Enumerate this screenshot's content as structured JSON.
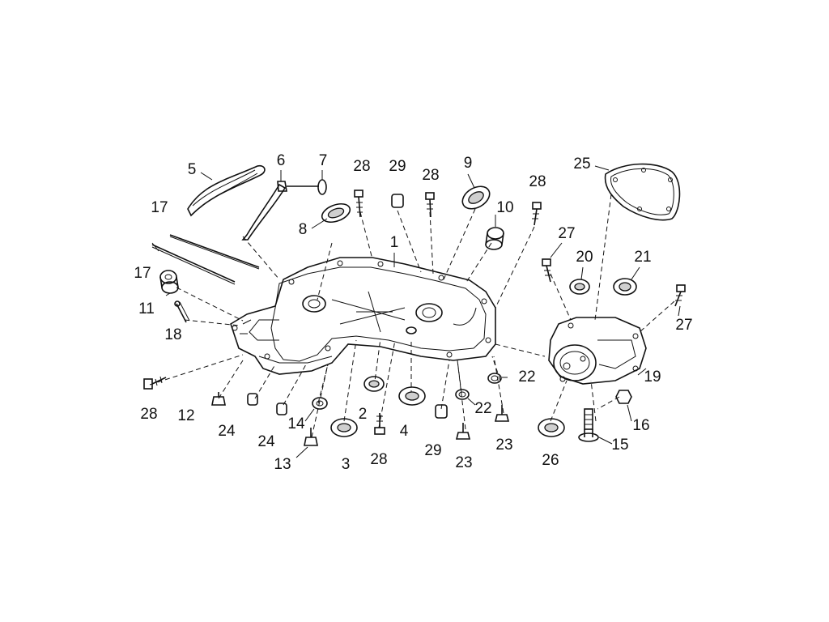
{
  "labels": [
    {
      "id": "l5",
      "text": "5"
    },
    {
      "id": "l6",
      "text": "6"
    },
    {
      "id": "l7",
      "text": "7"
    },
    {
      "id": "l28a",
      "text": "28"
    },
    {
      "id": "l29a",
      "text": "29"
    },
    {
      "id": "l28b",
      "text": "28"
    },
    {
      "id": "l9",
      "text": "9"
    },
    {
      "id": "l28c",
      "text": "28"
    },
    {
      "id": "l25",
      "text": "25"
    },
    {
      "id": "l17a",
      "text": "17"
    },
    {
      "id": "l8",
      "text": "8"
    },
    {
      "id": "l10",
      "text": "10"
    },
    {
      "id": "l17b",
      "text": "17"
    },
    {
      "id": "l1",
      "text": "1"
    },
    {
      "id": "l27a",
      "text": "27"
    },
    {
      "id": "l20",
      "text": "20"
    },
    {
      "id": "l21",
      "text": "21"
    },
    {
      "id": "l11",
      "text": "11"
    },
    {
      "id": "l18",
      "text": "18"
    },
    {
      "id": "l27b",
      "text": "27"
    },
    {
      "id": "l22a",
      "text": "22"
    },
    {
      "id": "l19",
      "text": "19"
    },
    {
      "id": "l28d",
      "text": "28"
    },
    {
      "id": "l12",
      "text": "12"
    },
    {
      "id": "l24a",
      "text": "24"
    },
    {
      "id": "l14",
      "text": "14"
    },
    {
      "id": "l2",
      "text": "2"
    },
    {
      "id": "l4",
      "text": "4"
    },
    {
      "id": "l22b",
      "text": "22"
    },
    {
      "id": "l16",
      "text": "16"
    },
    {
      "id": "l24b",
      "text": "24"
    },
    {
      "id": "l29b",
      "text": "29"
    },
    {
      "id": "l23a",
      "text": "23"
    },
    {
      "id": "l26",
      "text": "26"
    },
    {
      "id": "l15",
      "text": "15"
    },
    {
      "id": "l13",
      "text": "13"
    },
    {
      "id": "l3",
      "text": "3"
    },
    {
      "id": "l28e",
      "text": "28"
    },
    {
      "id": "l23b",
      "text": "23"
    }
  ]
}
